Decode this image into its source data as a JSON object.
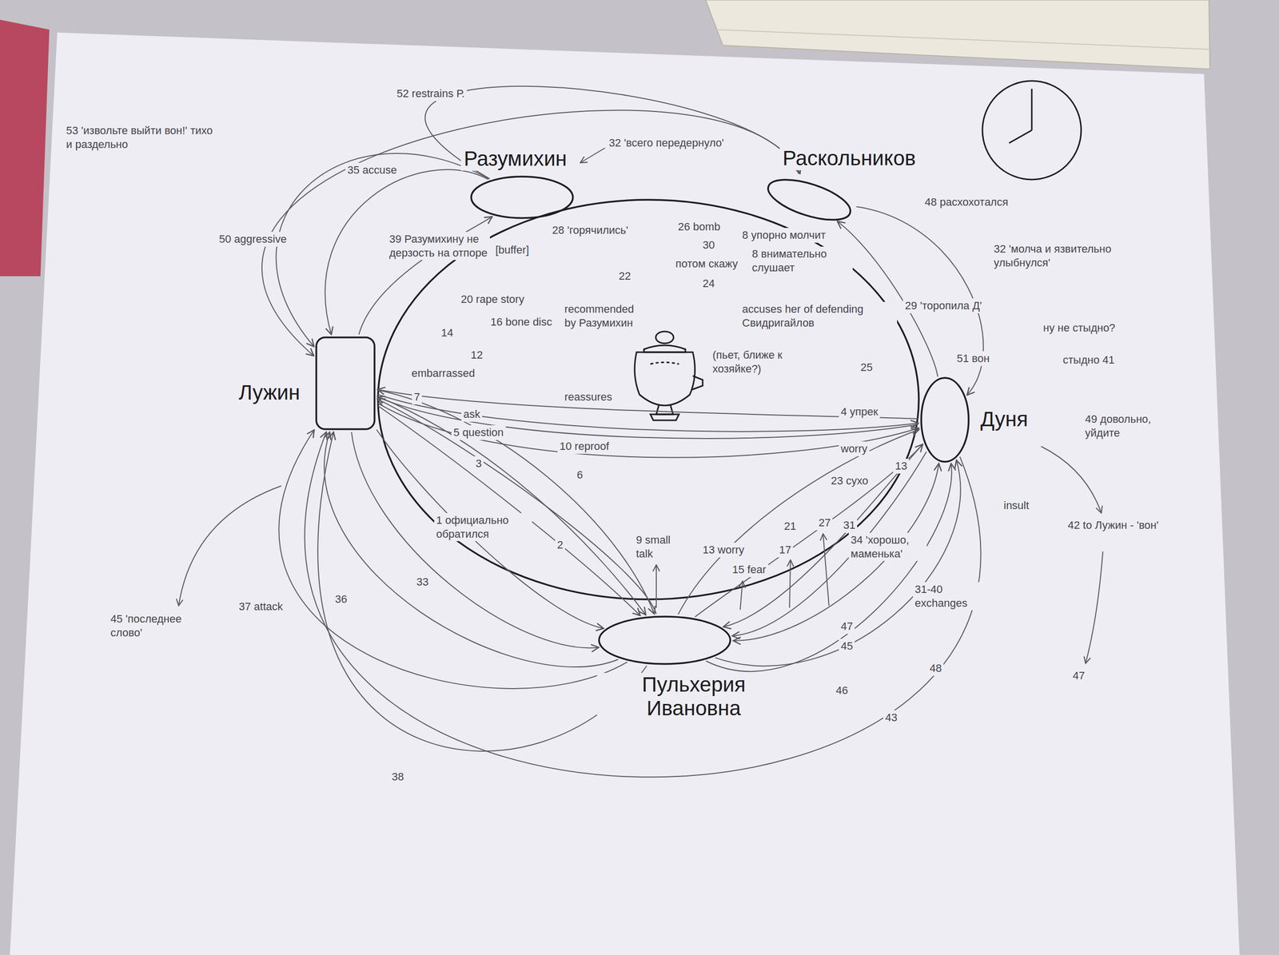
{
  "diagram": {
    "nodes": [
      {
        "text": [
          "Разумихин"
        ]
      },
      {
        "text": [
          "Раскольников"
        ]
      },
      {
        "text": [
          "Лужин"
        ]
      },
      {
        "text": [
          "Дуня"
        ]
      },
      {
        "text": [
          "Пульхерия Ивановна"
        ]
      }
    ],
    "edges": [
      {
        "from": 1,
        "to": 2,
        "arrow": "to",
        "label": "53 'извольте выйти вон!' тихо и раздельно"
      },
      {
        "from": 0,
        "to": 1,
        "arrow": "to",
        "label": "52 restrains Р."
      },
      {
        "from": 0,
        "to": 2,
        "arrow": "to",
        "label": "35 accuse"
      },
      {
        "from": 0,
        "to": 2,
        "arrow": "to",
        "label": "50 aggressive"
      },
      {
        "from": 2,
        "to": 0,
        "arrow": "to",
        "label": "39 Разумихину не дерзость на отпоре"
      },
      {
        "from": 1,
        "to": 3,
        "arrow": "to",
        "label": "32 'молча и язвительно улыбнулся'"
      },
      {
        "from": 3,
        "to": 1,
        "arrow": "to",
        "label": "29 'торопила Д'"
      },
      {
        "from": 3,
        "to": 2,
        "arrow": "to",
        "label": "43"
      },
      {
        "from": 4,
        "to": 2,
        "arrow": "to",
        "label": "37 attack"
      },
      {
        "from": 4,
        "to": 2,
        "arrow": "to",
        "label": "36"
      },
      {
        "from": 2,
        "to": 4,
        "arrow": "to",
        "label": "33"
      },
      {
        "from": 4,
        "to": 2,
        "arrow": "to",
        "label": "38"
      },
      {
        "from": 3,
        "to": 4,
        "arrow": "both",
        "label": "31-40 exchanges"
      },
      {
        "from": 4,
        "to": 3,
        "arrow": "to",
        "label": "46"
      },
      {
        "from": 3,
        "to": 4,
        "arrow": "to",
        "label": "45"
      },
      {
        "from": 3,
        "to": 4,
        "arrow": "to",
        "label": "47"
      },
      {
        "from": 4,
        "to": 3,
        "arrow": "to",
        "label": "48"
      },
      {
        "from": 4,
        "to": 3,
        "arrow": "to",
        "label": "34 'хорошо, маменька'"
      },
      {
        "from": 2,
        "to": 4,
        "arrow": "to",
        "label": "1 официально обратился"
      },
      {
        "from": 2,
        "to": 4,
        "arrow": "to",
        "label": "2"
      },
      {
        "from": 2,
        "to": 3,
        "arrow": "to",
        "label": "3"
      },
      {
        "from": 3,
        "to": 2,
        "arrow": "to",
        "label": "4 упрек"
      },
      {
        "from": 2,
        "to": 3,
        "arrow": "to",
        "label": "5 question"
      },
      {
        "from": 2,
        "to": 4,
        "arrow": "to",
        "label": "6"
      },
      {
        "from": 4,
        "to": 2,
        "arrow": "to",
        "label": "9 small talk"
      },
      {
        "from": 2,
        "to": 4,
        "arrow": "to",
        "label": "10 reproof"
      },
      {
        "from": 3,
        "to": 2,
        "arrow": "to",
        "label": "worry"
      },
      {
        "from": 4,
        "to": 3,
        "arrow": "to",
        "label": "23 сухо"
      }
    ],
    "labels": [
      "32 'всего передернуло'",
      "48 расхохотался",
      "ну не стыдно?",
      "стыдно 41",
      "51 вон",
      "49 довольно, уйдите",
      "42 to Лужин - 'вон'",
      "47",
      "insult",
      "45 'последнее слово'",
      "ask",
      "7",
      "12",
      "embarrassed",
      "14",
      "16 bone disc",
      "20 rape story",
      "22",
      "[buffer]",
      "28 'горячились'",
      "recommended by Разумихин",
      "reassures",
      "(пьет, ближе к хозяйке?)",
      "accuses her of defending Свидригайлов",
      "8 упорно молчит",
      "8 внимательно слушает",
      "26 bomb",
      "30",
      "потом скажу",
      "24",
      "25",
      "13",
      "21",
      "27",
      "31",
      "13 worry",
      "17",
      "15 fear"
    ]
  }
}
